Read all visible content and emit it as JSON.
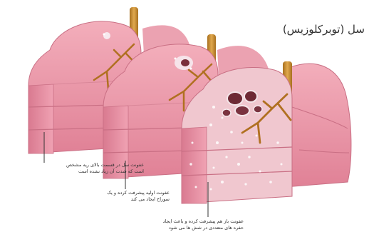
{
  "title": "سل (توبرکلوزیس)",
  "captions": [
    "عفونت سل در قسمت بالای ریه مشخص است که شدت آن زیاد نشده است",
    "عفونت اولیه پیشرفت کرده و یک سوراخ ایجاد می کند",
    "عفونت باز هم پیشرفت کرده و باعث ایجاد حفره های متعددی در شش ها می شود"
  ],
  "colors": {
    "lung": "#ec97a7",
    "lung_dark": "#c66a80",
    "lung_light": "#f6bdc8",
    "trachea": "#c88e3a",
    "vessel": "#b07020",
    "lesion": "#f4e6ea",
    "cavity": "#6e2a35"
  }
}
